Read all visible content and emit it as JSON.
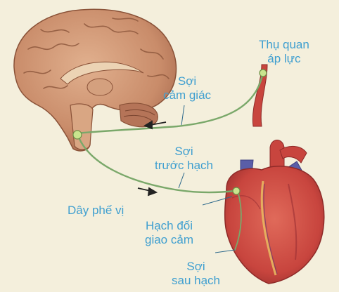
{
  "labels": {
    "baroreceptor": [
      "Thụ quan",
      "áp lực"
    ],
    "sensory_fiber": [
      "Sợi",
      "cảm giác"
    ],
    "preganglionic_fiber": [
      "Sợi",
      "trước hạch"
    ],
    "vagus_nerve": "Dây phế vị",
    "parasympathetic_ganglion": [
      "Hạch đối",
      "giao cảm"
    ],
    "postganglionic_fiber": [
      "Sợi",
      "sau hạch"
    ]
  },
  "colors": {
    "label_text": "#3f9fd0",
    "nerve": "#7aa86a",
    "background": "#f4efdc",
    "brain": "#c98c6a",
    "heart": "#c8453e",
    "vein": "#5a5ea8"
  }
}
